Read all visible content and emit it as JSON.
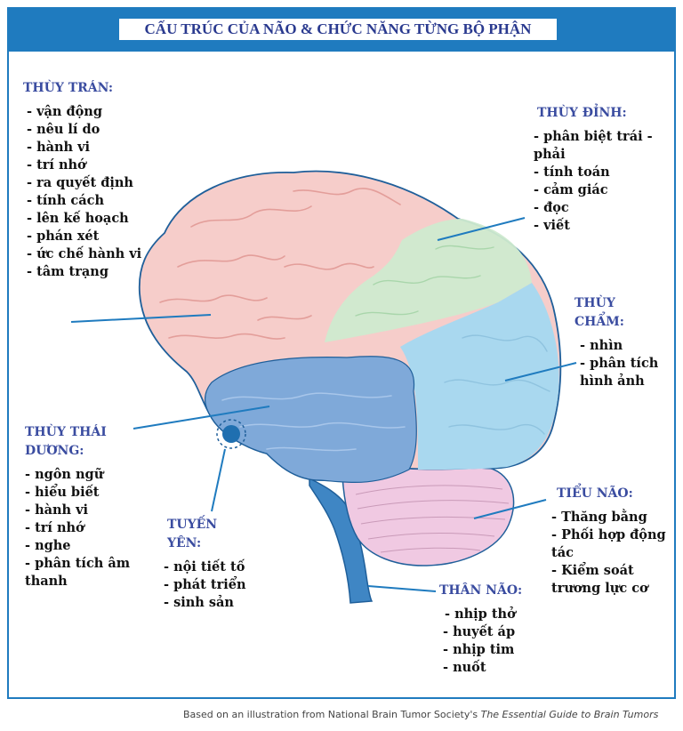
{
  "title": "CẤU TRÚC CỦA NÃO & CHỨC NĂNG TỪNG BỘ PHẬN",
  "sections": {
    "frontal": {
      "heading": "THÙY TRÁN:",
      "items": [
        "- vận động",
        "- nêu lí do",
        "- hành vi",
        "- trí nhớ",
        "- ra quyết định",
        "- tính cách",
        "- lên kế hoạch",
        "- phán xét",
        "- ức chế hành vi",
        "- tâm trạng"
      ]
    },
    "parietal": {
      "heading": "THÙY ĐỈNH:",
      "items": [
        "- phân biệt trái - phải",
        "- tính toán",
        "- cảm giác",
        "- đọc",
        "- viết"
      ]
    },
    "occipital": {
      "heading": "THÙY CHẨM:",
      "items": [
        "- nhìn",
        "- phân tích hình ảnh"
      ]
    },
    "temporal": {
      "heading": "THÙY THÁI DƯƠNG:",
      "items": [
        "- ngôn ngữ",
        "- hiểu biết",
        "- hành vi",
        "- trí nhớ",
        "- nghe",
        "- phân tích âm thanh"
      ]
    },
    "pituitary": {
      "heading": "TUYẾN YÊN:",
      "items": [
        "- nội tiết tố",
        "- phát triển",
        "- sinh sản"
      ]
    },
    "cerebellum": {
      "heading": "TIỂU NÃO:",
      "items": [
        "- Thăng bằng",
        "- Phối hợp động tác",
        "- Kiểm soát trương lực cơ"
      ]
    },
    "brainstem": {
      "heading": "THÂN NÃO:",
      "items": [
        "- nhịp thở",
        "- huyết áp",
        "- nhịp tim",
        "- nuốt"
      ]
    }
  },
  "credit": {
    "prefix": "Based on an illustration from National Brain Tumor Society's ",
    "italic": "The Essential Guide to Brain Tumors"
  },
  "colors": {
    "frame": "#1f7bbf",
    "heading": "#3a4ca0",
    "frontal": "#f6cdca",
    "parietal": "#cfeacf",
    "occipital": "#a9d8ef",
    "temporal": "#7fa9d9",
    "cerebellum": "#f0c9e2",
    "brainstem": "#3f86c4",
    "outline": "#1f5f9a",
    "leader": "#1f7bbf"
  }
}
